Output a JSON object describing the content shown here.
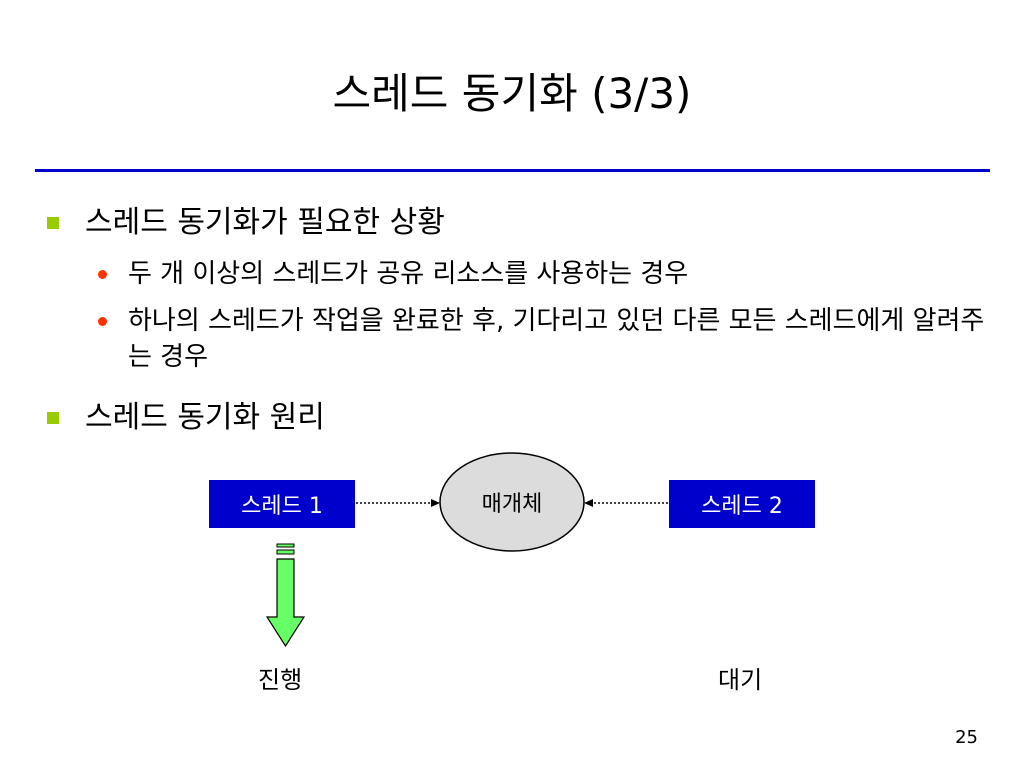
{
  "colors": {
    "rule": "#0000cc",
    "square_bullet": "#99cc00",
    "round_bullet": "#ff3300",
    "box_fill": "#0000cc",
    "ellipse_fill": "#dcdcdc",
    "arrow_fill": "#66ff66"
  },
  "slide": {
    "title": "스레드 동기화 (3/3)",
    "bullets": [
      {
        "text": "스레드 동기화가 필요한 상황",
        "sub": [
          "두 개 이상의 스레드가 공유 리소스를 사용하는 경우",
          "하나의 스레드가 작업을 완료한 후, 기다리고 있던 다른 모든 스레드에게 알려주는 경우"
        ]
      },
      {
        "text": "스레드 동기화 원리"
      }
    ],
    "diagram": {
      "thread1": "스레드 1",
      "thread2": "스레드 2",
      "medium": "매개체",
      "progress": "진행",
      "wait": "대기"
    },
    "page_number": "25"
  }
}
